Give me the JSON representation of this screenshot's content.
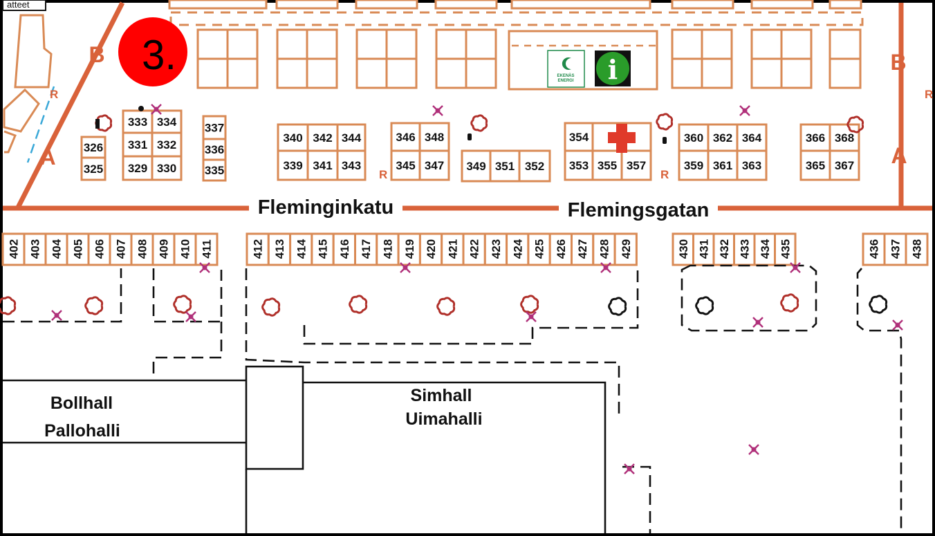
{
  "area_badge": "3.",
  "corner_tag": "atteet",
  "streets": {
    "finnish": "Fleminginkatu",
    "swedish": "Flemingsgatan"
  },
  "road_letters": {
    "b": "B",
    "a": "A"
  },
  "r_label": "R",
  "buildings": {
    "bollhall_sv": "Bollhall",
    "bollhall_fi": "Pallohalli",
    "simhall_sv": "Simhall",
    "simhall_fi": "Uimahalli"
  },
  "energy_logo": {
    "line1": "EKENÄS",
    "line2": "ENERGI"
  },
  "info_label": "i",
  "upper_stalls": [
    "325",
    "326",
    "329",
    "330",
    "331",
    "332",
    "333",
    "334",
    "335",
    "336",
    "337",
    "339",
    "340",
    "341",
    "342",
    "343",
    "344",
    "345",
    "346",
    "347",
    "348",
    "349",
    "351",
    "352",
    "353",
    "354",
    "355",
    "357",
    "359",
    "360",
    "361",
    "362",
    "363",
    "364",
    "365",
    "366",
    "367",
    "368"
  ],
  "lower_stalls": [
    "402",
    "403",
    "404",
    "405",
    "406",
    "407",
    "408",
    "409",
    "410",
    "411",
    "412",
    "413",
    "414",
    "415",
    "416",
    "417",
    "418",
    "419",
    "420",
    "421",
    "422",
    "423",
    "424",
    "425",
    "426",
    "427",
    "428",
    "429",
    "430",
    "431",
    "432",
    "433",
    "434",
    "435",
    "436",
    "437",
    "438"
  ],
  "colors": {
    "road": "#d9623a",
    "stall_outline": "#d98a55",
    "badge": "#ff0000",
    "first_aid": "#e03a2a",
    "info": "#1c8c2c",
    "tree": "#b0302a",
    "marker": "#b0307a"
  }
}
